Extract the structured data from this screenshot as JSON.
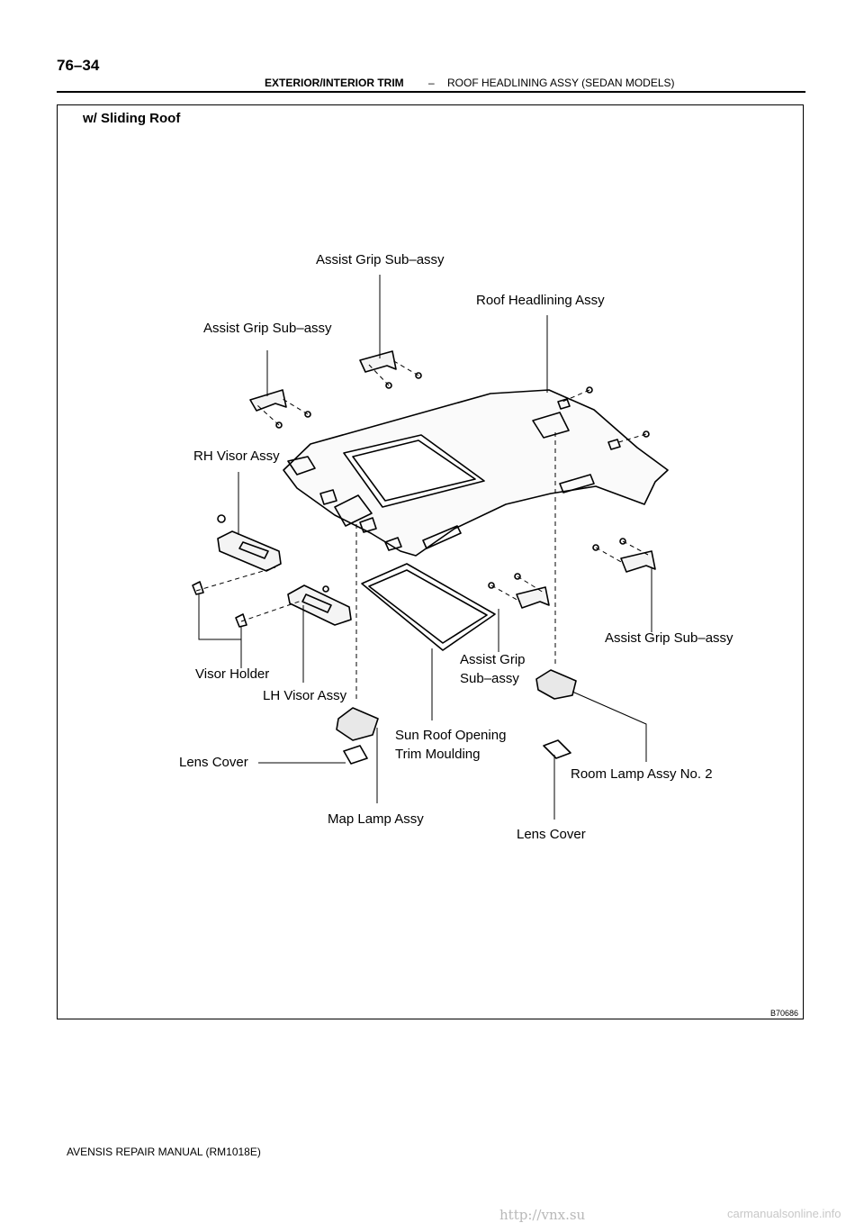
{
  "header": {
    "page_number": "76–34",
    "section": "EXTERIOR/INTERIOR TRIM",
    "separator": "–",
    "subsection": "ROOF HEADLINING ASSY (SEDAN MODELS)"
  },
  "figure": {
    "subtitle": "w/ Sliding Roof",
    "code": "B70686",
    "callouts": {
      "assist_grip_top": "Assist Grip Sub–assy",
      "roof_headlining": "Roof Headlining Assy",
      "assist_grip_left": "Assist Grip Sub–assy",
      "rh_visor": "RH Visor Assy",
      "assist_grip_right": "Assist Grip Sub–assy",
      "assist_grip_center_1": "Assist Grip",
      "assist_grip_center_2": "Sub–assy",
      "visor_holder": "Visor Holder",
      "lh_visor": "LH Visor Assy",
      "sun_roof_1": "Sun Roof Opening",
      "sun_roof_2": "Trim Moulding",
      "lens_cover_left": "Lens Cover",
      "room_lamp": "Room Lamp Assy No. 2",
      "map_lamp": "Map Lamp Assy",
      "lens_cover_right": "Lens Cover"
    }
  },
  "footer": {
    "manual": "AVENSIS REPAIR MANUAL   (RM1018E)"
  },
  "watermark": {
    "left": "http://vnx.su",
    "right": "carmanualsonline.info"
  }
}
